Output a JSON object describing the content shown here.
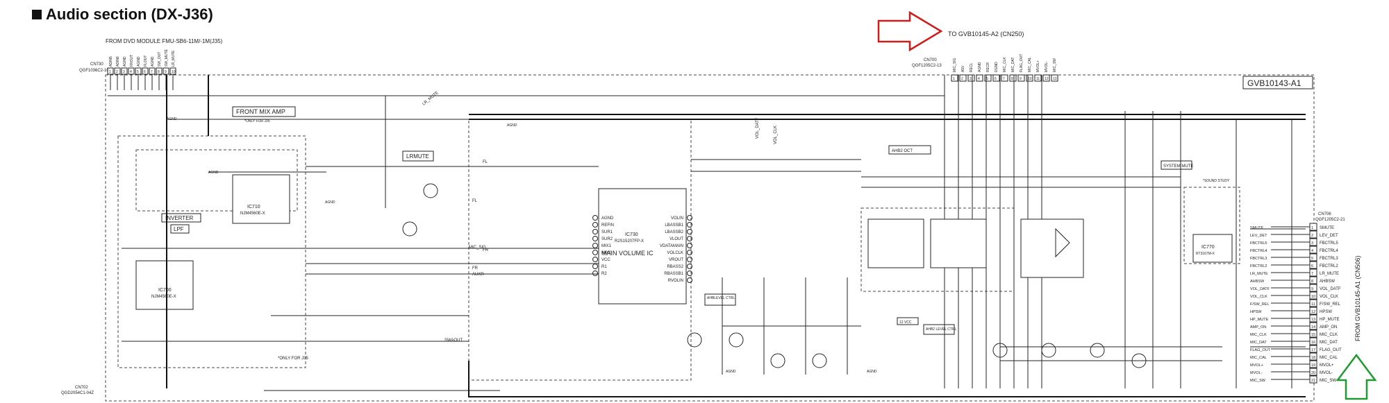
{
  "title": "Audio section (DX-J36)",
  "labels": {
    "from_dvd": "FROM DVD MODULE FMU-SB6-11M/-1M(J35)",
    "to_gvb": "TO GVB10145-A2 (CN250)",
    "board": "GVB10143-A1",
    "from_gvb_a1": "FROM GVB10145-A1 (CN506)",
    "front_mix_amp": "FRONT MIX AMP",
    "only_for_j35": "*ONLY FOR J35",
    "lrmute": "LRMUTE",
    "inverter": "INVERTER",
    "lpf": "LPF",
    "main_volume_ic": "MAIN VOLUME IC",
    "ic730": "IC730",
    "ic730_part": "R2S15207FP-X",
    "ic710": "IC710",
    "ic710_part": "NJM4560E-X",
    "ic700": "IC700",
    "ic700_part": "NJM4560E-X",
    "ic770": "IC770",
    "ic770_part": "RT3167M-X",
    "system_mute": "SYSTEM MUTE",
    "ahb2_oct": "AHB2 OCT",
    "sound_study": "*SOUND STUDY",
    "ahblevel_ctrl": "AHBLEVEL CTRL",
    "ahb2_level_ctrl": "AHB2 LEVEL CTRL",
    "tv_vcc": "12 VCC",
    "cn730": "CN730",
    "cn730_part": "QGF1036C2-10",
    "cn700": "CN700",
    "cn700_part": "QGF1205C2-13",
    "cn706": "CN706",
    "cn706_part": "QGF1205C2-21",
    "cn702": "CN702",
    "cn702_part": "QGD2054C1-04Z",
    "agnd": "AGND",
    "fl": "FL",
    "fr": "FR",
    "auxr": "AUXR",
    "mic_sig": "MIC_SIG",
    "swaout": "SWAOUT",
    "lr_mute": "LR_MUTE",
    "vol_datf": "VOL_DATF",
    "vol_clk": "VOL_CLK"
  },
  "cn730_pins": [
    "ADIN5",
    "ADIN6",
    "AGND",
    "FROUT",
    "AGND",
    "FLOUT",
    "AGND",
    "SW_OUT",
    "SW_MUTE",
    "LR_MUTE"
  ],
  "cn700_pins": [
    "MIC_SIG",
    "A5V",
    "RECL",
    "AGND",
    "RECR",
    "DGND",
    "MIC_CLK",
    "MIC_DAT",
    "FLAG_OUT",
    "MIC_CAL",
    "MVOL+",
    "MVOL-",
    "MIC_SW"
  ],
  "ic730_left_pins": [
    "AGND",
    "REFIN",
    "SUR1",
    "SUR2",
    "MIX1",
    "MIX2",
    "VCC",
    "R1",
    "R2"
  ],
  "ic730_right_pins": [
    "VOLIN",
    "LBASSB1",
    "LBASSB2",
    "VLOUT",
    "VDATAMAIN",
    "VOLCLK",
    "VROUT",
    "RBASS2",
    "RBASSB1",
    "RVOLIN"
  ],
  "cn706_pins": [
    {
      "num": "1",
      "name": "SMUTE"
    },
    {
      "num": "2",
      "name": "LEV_DET"
    },
    {
      "num": "3",
      "name": "FBCTRL5"
    },
    {
      "num": "4",
      "name": "FBCTRL4"
    },
    {
      "num": "5",
      "name": "FBCTRL3"
    },
    {
      "num": "6",
      "name": "FBCTRL2"
    },
    {
      "num": "7",
      "name": "LR_MUTE"
    },
    {
      "num": "8",
      "name": "AHBSW"
    },
    {
      "num": "9",
      "name": "VOL_DATF"
    },
    {
      "num": "10",
      "name": "VOL_CLK"
    },
    {
      "num": "11",
      "name": "F/SW_REL"
    },
    {
      "num": "12",
      "name": "HPSW"
    },
    {
      "num": "13",
      "name": "HP_MUTE"
    },
    {
      "num": "14",
      "name": "AMP_ON"
    },
    {
      "num": "15",
      "name": "MIC_CLK"
    },
    {
      "num": "16",
      "name": "MIC_DAT"
    },
    {
      "num": "17",
      "name": "FLAG_OUT"
    },
    {
      "num": "18",
      "name": "MIC_CAL"
    },
    {
      "num": "19",
      "name": "MVOL+"
    },
    {
      "num": "20",
      "name": "MVOL-"
    },
    {
      "num": "21",
      "name": "MIC_SW"
    }
  ],
  "colors": {
    "arrow_red": "#d11a1a",
    "arrow_green": "#1e9a2e",
    "line": "#222222"
  }
}
